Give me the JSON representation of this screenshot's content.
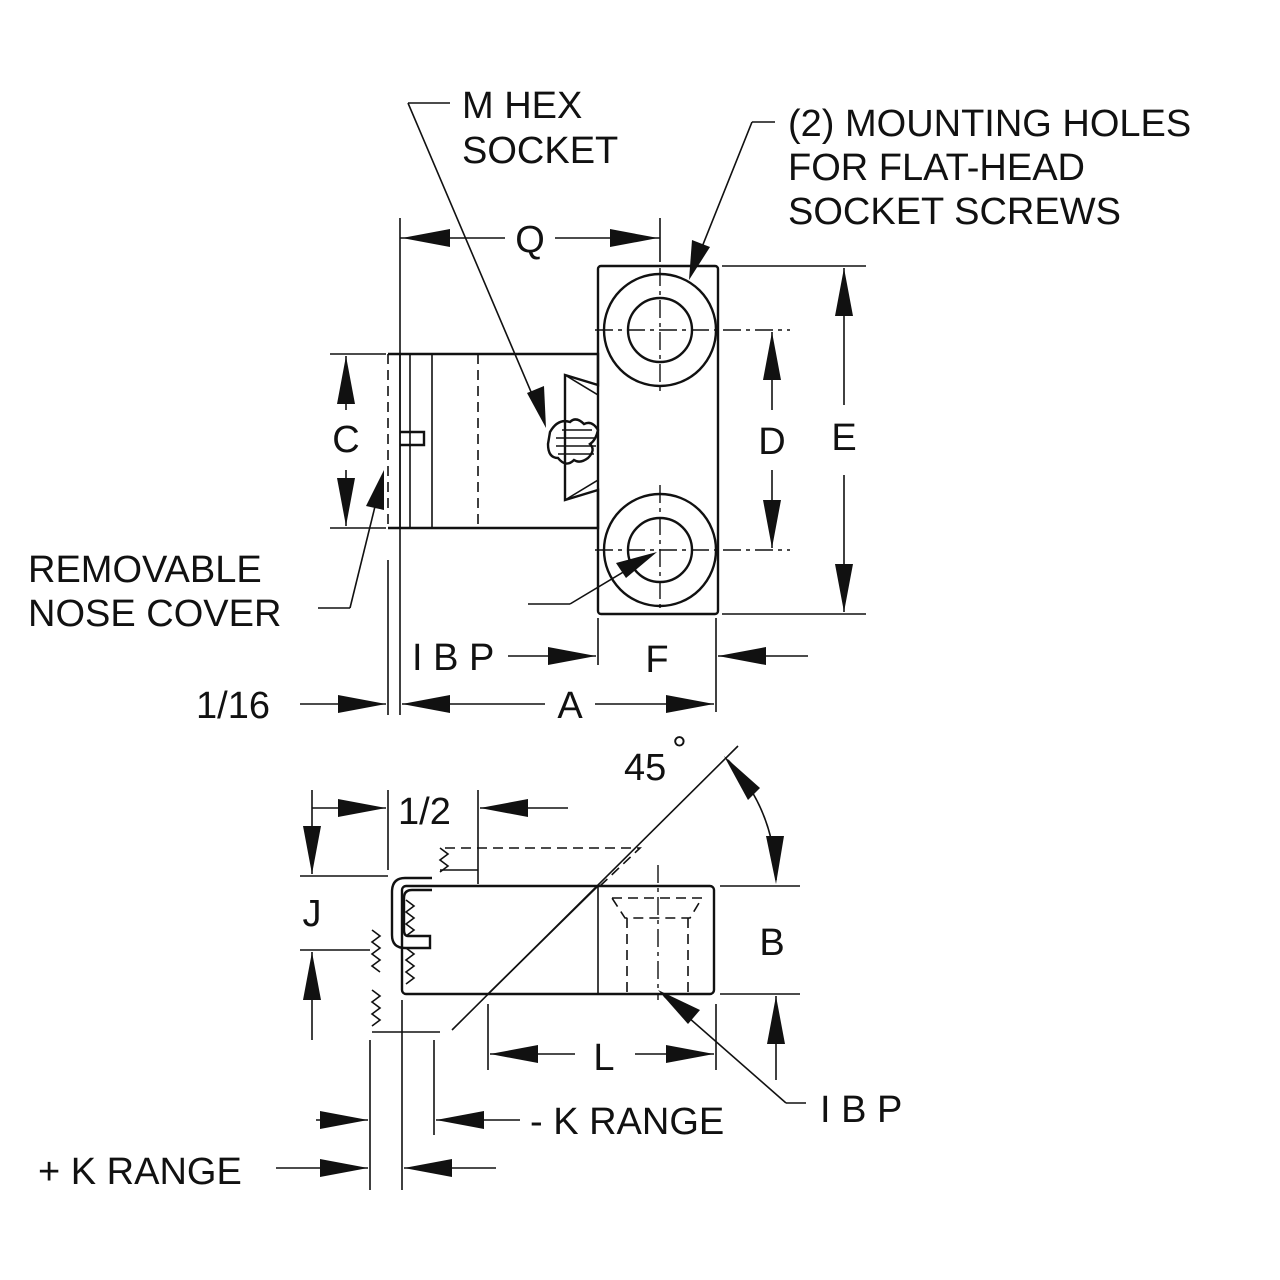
{
  "labels": {
    "m_hex": "M HEX",
    "socket": "SOCKET",
    "mounting_1": "(2) MOUNTING HOLES",
    "mounting_2": "FOR FLAT-HEAD",
    "mounting_3": "SOCKET SCREWS",
    "q": "Q",
    "c": "C",
    "d": "D",
    "e": "E",
    "removable": "REMOVABLE",
    "nose_cover": "NOSE COVER",
    "ibp_top": "I B P",
    "f": "F",
    "one_sixteenth": "1/16",
    "a": "A",
    "deg45": "45",
    "deg_symbol": "°",
    "half": "1/2",
    "j": "J",
    "b": "B",
    "l": "L",
    "ibp_bottom": "I B P",
    "minus_k": "- K RANGE",
    "plus_k": "+ K RANGE"
  },
  "colors": {
    "ink": "#111111",
    "background": "#ffffff"
  }
}
